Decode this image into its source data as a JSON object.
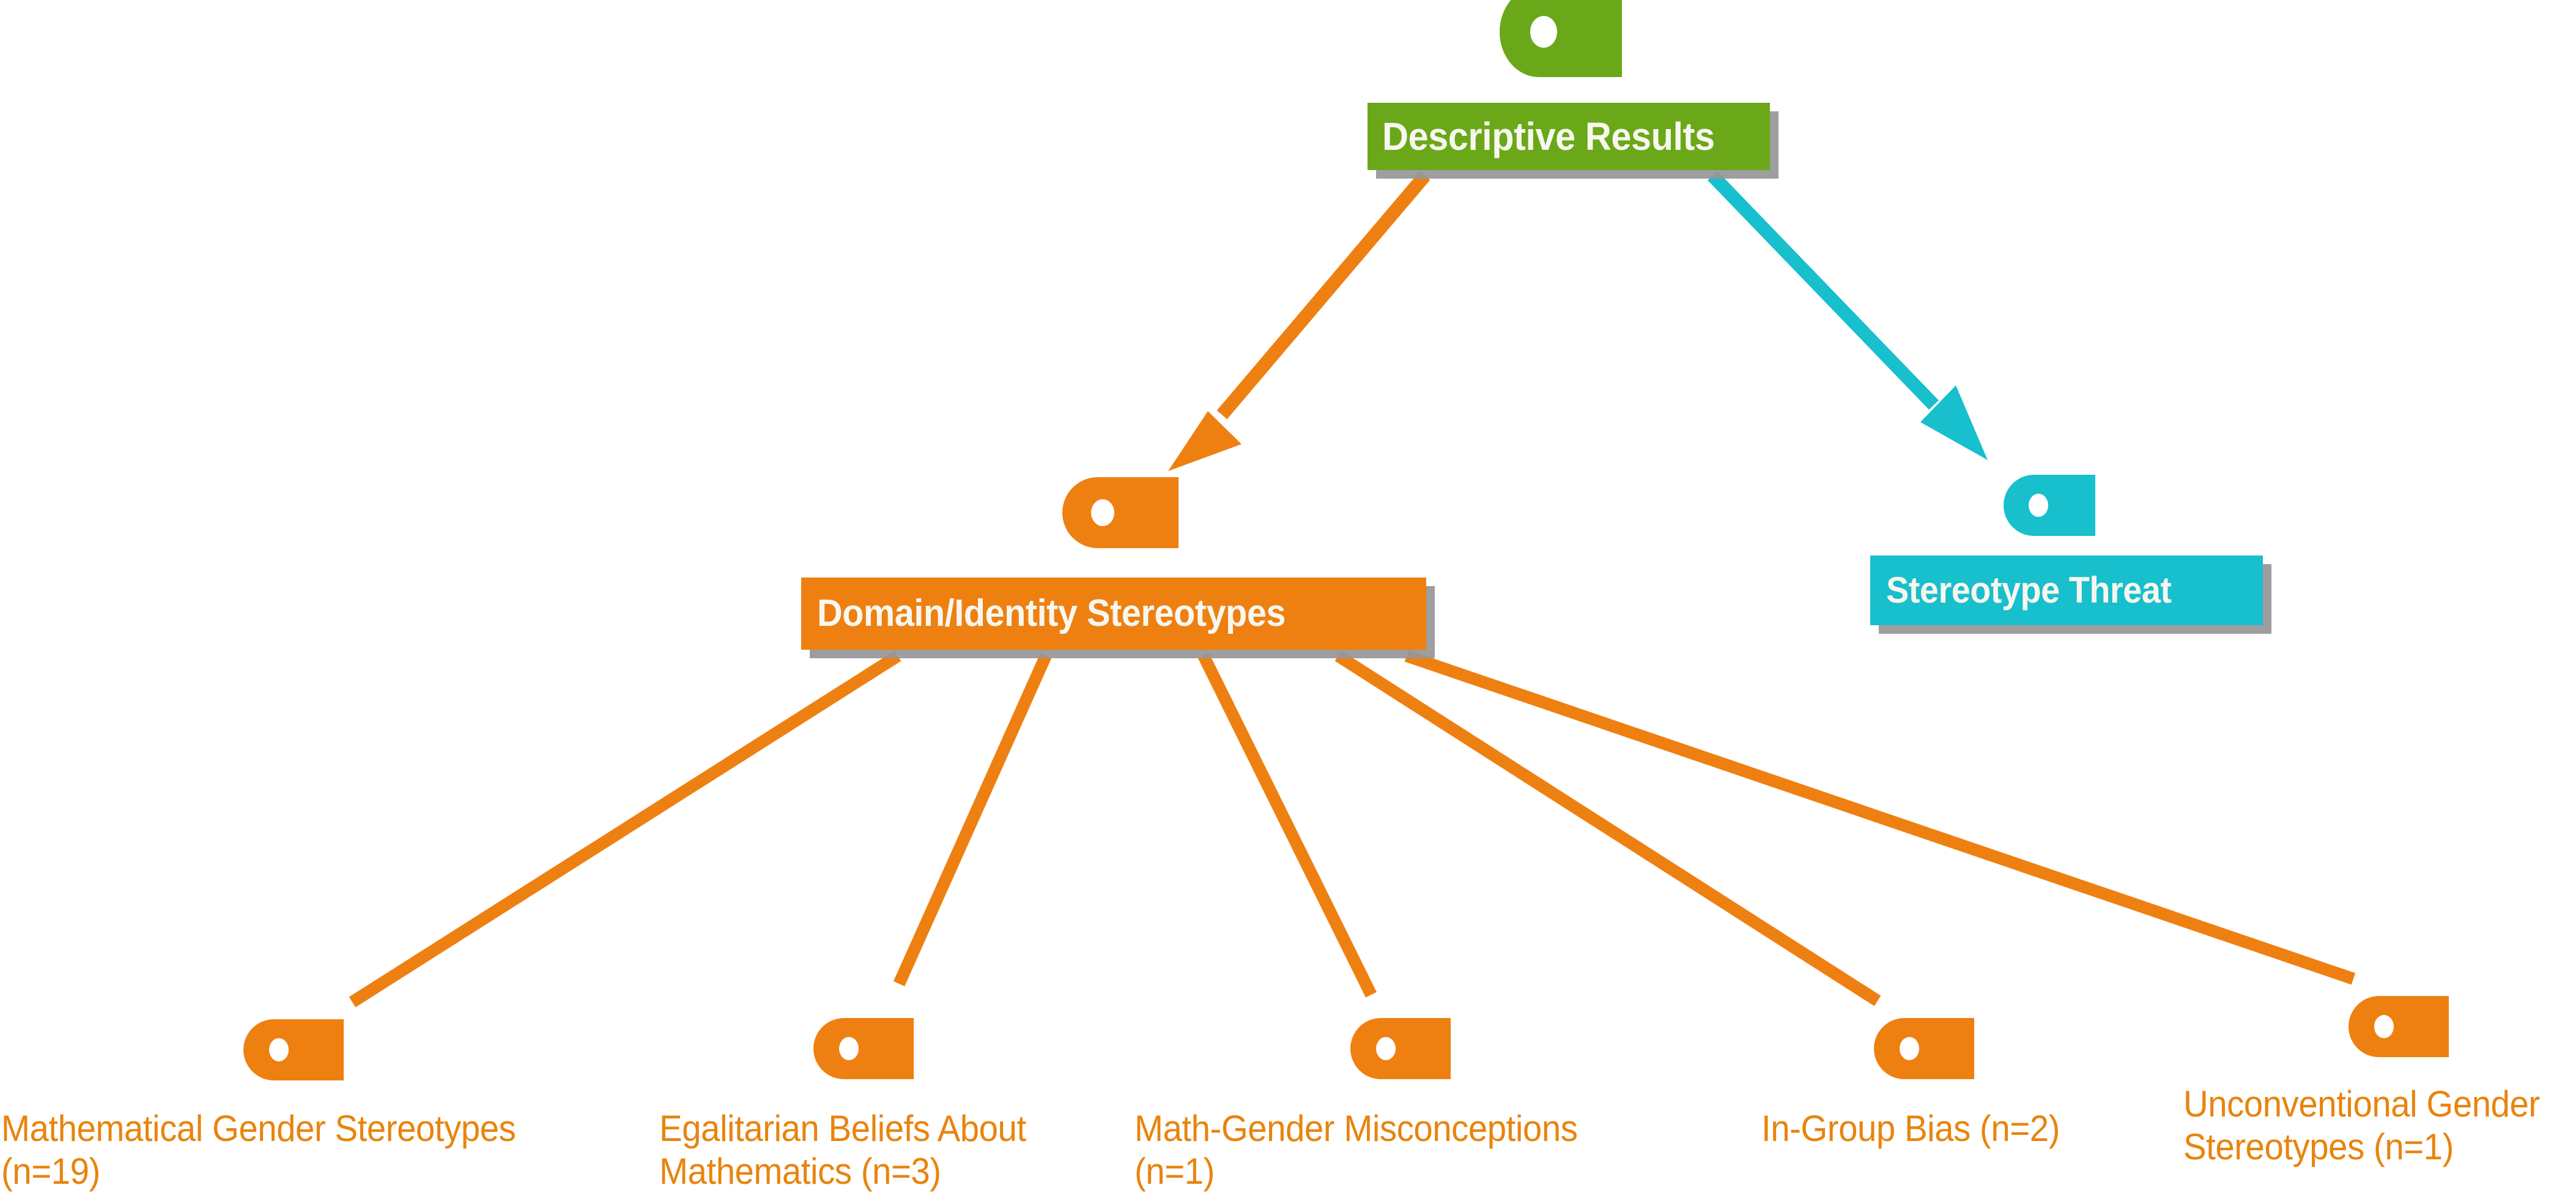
{
  "diagram": {
    "title": "Descriptive Results",
    "type": "mind-map",
    "colors": {
      "root_green": "#6aa819",
      "branch_orange": "#ee8012",
      "branch_cyan": "#18bfcd",
      "leaf_text_orange": "#e8840d",
      "node_text": "#f7f7ef",
      "shadow_gray": "#969696",
      "background": "#ffffff"
    },
    "icons": {
      "root": "tag-icon",
      "branch": "tag-icon",
      "leaf": "tag-icon"
    },
    "nodes": {
      "root": {
        "id": "descriptive-results",
        "label": "Descriptive Results",
        "color": "#6aa819"
      },
      "branches": [
        {
          "id": "domain-identity-stereotypes",
          "label": "Domain/Identity Stereotypes",
          "color": "#ee8012"
        },
        {
          "id": "stereotype-threat",
          "label": "Stereotype Threat",
          "color": "#18bfcd"
        }
      ],
      "leaves": [
        {
          "id": "mathematical-gender-stereotypes",
          "label": "Mathematical Gender Stereotypes (n=19)",
          "count": 19,
          "parent": "domain-identity-stereotypes",
          "color": "#e8840d"
        },
        {
          "id": "egalitarian-beliefs-about-mathematics",
          "label": "Egalitarian Beliefs About Mathematics (n=3)",
          "count": 3,
          "parent": "domain-identity-stereotypes",
          "color": "#e8840d"
        },
        {
          "id": "math-gender-misconceptions",
          "label": "Math-Gender Misconceptions (n=1)",
          "count": 1,
          "parent": "domain-identity-stereotypes",
          "color": "#e8840d"
        },
        {
          "id": "in-group-bias",
          "label": "In-Group Bias (n=2)",
          "count": 2,
          "parent": "domain-identity-stereotypes",
          "color": "#e8840d"
        },
        {
          "id": "unconventional-gender-stereotypes",
          "label": "Unconventional Gender Stereotypes (n=1)",
          "count": 1,
          "parent": "domain-identity-stereotypes",
          "color": "#e8840d"
        }
      ]
    },
    "edges": [
      {
        "id": "root-to-domain",
        "from": "descriptive-results",
        "to": "domain-identity-stereotypes",
        "style": "arrow",
        "color": "#ee8012"
      },
      {
        "id": "root-to-threat",
        "from": "descriptive-results",
        "to": "stereotype-threat",
        "style": "arrow",
        "color": "#18bfcd"
      },
      {
        "id": "domain-to-leaf-0",
        "from": "domain-identity-stereotypes",
        "to": "mathematical-gender-stereotypes",
        "style": "line",
        "color": "#ee8012"
      },
      {
        "id": "domain-to-leaf-1",
        "from": "domain-identity-stereotypes",
        "to": "egalitarian-beliefs-about-mathematics",
        "style": "line",
        "color": "#ee8012"
      },
      {
        "id": "domain-to-leaf-2",
        "from": "domain-identity-stereotypes",
        "to": "math-gender-misconceptions",
        "style": "line",
        "color": "#ee8012"
      },
      {
        "id": "domain-to-leaf-3",
        "from": "domain-identity-stereotypes",
        "to": "in-group-bias",
        "style": "line",
        "color": "#ee8012"
      },
      {
        "id": "domain-to-leaf-4",
        "from": "domain-identity-stereotypes",
        "to": "unconventional-gender-stereotypes",
        "style": "line",
        "color": "#ee8012"
      }
    ]
  }
}
